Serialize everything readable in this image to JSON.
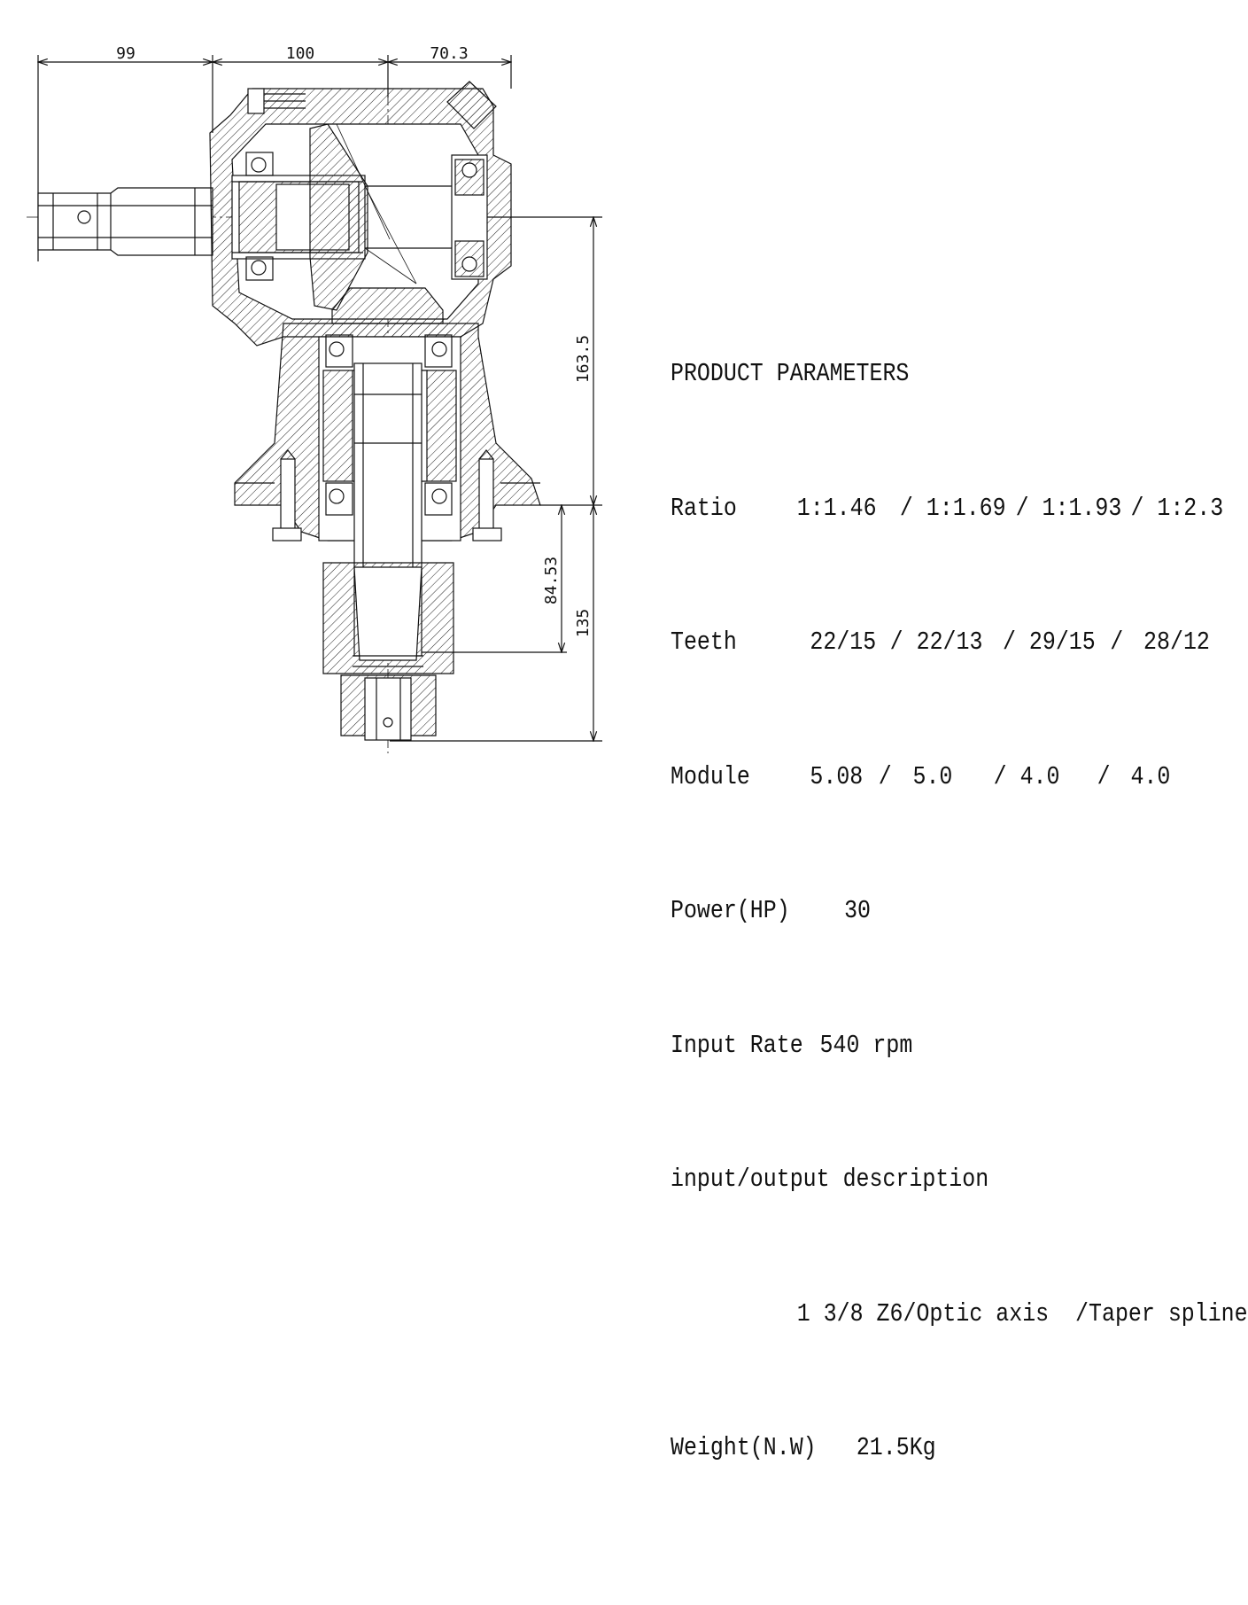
{
  "dimensions": {
    "d99": "99",
    "d100": "100",
    "d70_3": "70.3",
    "d163_5": "163.5",
    "d84_53": "84.53",
    "d135": "135"
  },
  "parameters": {
    "heading": "PRODUCT PARAMETERS",
    "ratio": {
      "label": "Ratio",
      "values": [
        "1:1.46",
        "/ 1:1.69",
        "/ 1:1.93",
        "/ 1:2.3"
      ]
    },
    "teeth": {
      "label": "Teeth",
      "values": [
        "22/15",
        "/ 22/13",
        "/ 29/15",
        "/",
        "28/12"
      ]
    },
    "module": {
      "label": "Module",
      "values": [
        "5.08",
        "/",
        "5.0",
        "/ 4.0",
        "/",
        "4.0"
      ]
    },
    "power": {
      "label": "Power(HP)",
      "value": "30"
    },
    "input_rate": {
      "label": "Input Rate",
      "value": "540 rpm"
    },
    "io_description": {
      "label": "input/output description",
      "value": "1 3/8 Z6/Optic axis  /Taper spline"
    },
    "weight": {
      "label": "Weight(N.W)",
      "value": "21.5Kg"
    }
  }
}
